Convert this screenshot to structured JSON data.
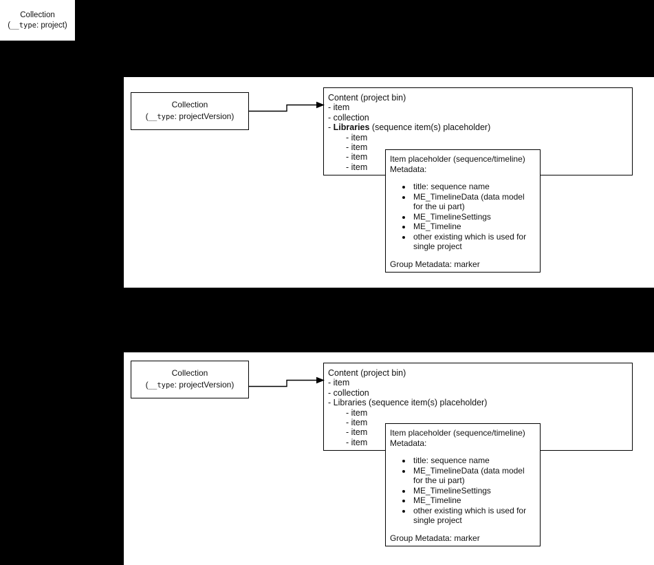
{
  "standalone_box": {
    "title": "Collection",
    "type_prefix": "(",
    "type_key": "__type",
    "type_value": ": project)"
  },
  "blocks": [
    {
      "collection_box": {
        "title": "Collection",
        "type_prefix": "(",
        "type_key": "__type",
        "type_value": ": projectVersion)"
      },
      "content_box": {
        "heading": "Content (project bin)",
        "lines": [
          "- item",
          "- collection"
        ],
        "libraries_bold": true,
        "libraries_prefix": "- ",
        "libraries_label": "Libraries",
        "libraries_suffix": " (sequence item(s) placeholder)",
        "sub_items": [
          "- item",
          "- item",
          "- item",
          "- item"
        ]
      },
      "item_box": {
        "heading_line1": "Item placeholder (sequence/timeline)",
        "heading_line2": "Metadata:",
        "metadata": [
          "title: sequence name",
          "ME_TimelineData (data model for the ui part)",
          "ME_TimelineSettings",
          "ME_Timeline",
          "other existing which is used for single project"
        ],
        "footer": "Group Metadata: marker"
      }
    },
    {
      "collection_box": {
        "title": "Collection",
        "type_prefix": "(",
        "type_key": "__type",
        "type_value": ": projectVersion)"
      },
      "content_box": {
        "heading": "Content (project bin)",
        "lines": [
          "- item",
          "- collection"
        ],
        "libraries_bold": false,
        "libraries_prefix": "- ",
        "libraries_label": "Libraries",
        "libraries_suffix": " (sequence item(s) placeholder)",
        "sub_items": [
          "- item",
          "- item",
          "- item",
          "- item"
        ]
      },
      "item_box": {
        "heading_line1": "Item placeholder (sequence/timeline)",
        "heading_line2": "Metadata:",
        "metadata": [
          "title: sequence name",
          "ME_TimelineData (data model for the ui part)",
          "ME_TimelineSettings",
          "ME_Timeline",
          "other existing which is used for single project"
        ],
        "footer": "Group Metadata: marker"
      }
    }
  ],
  "colors": {
    "background": "#000000",
    "panel": "#ffffff",
    "stroke": "#000000",
    "text": "#111111"
  }
}
